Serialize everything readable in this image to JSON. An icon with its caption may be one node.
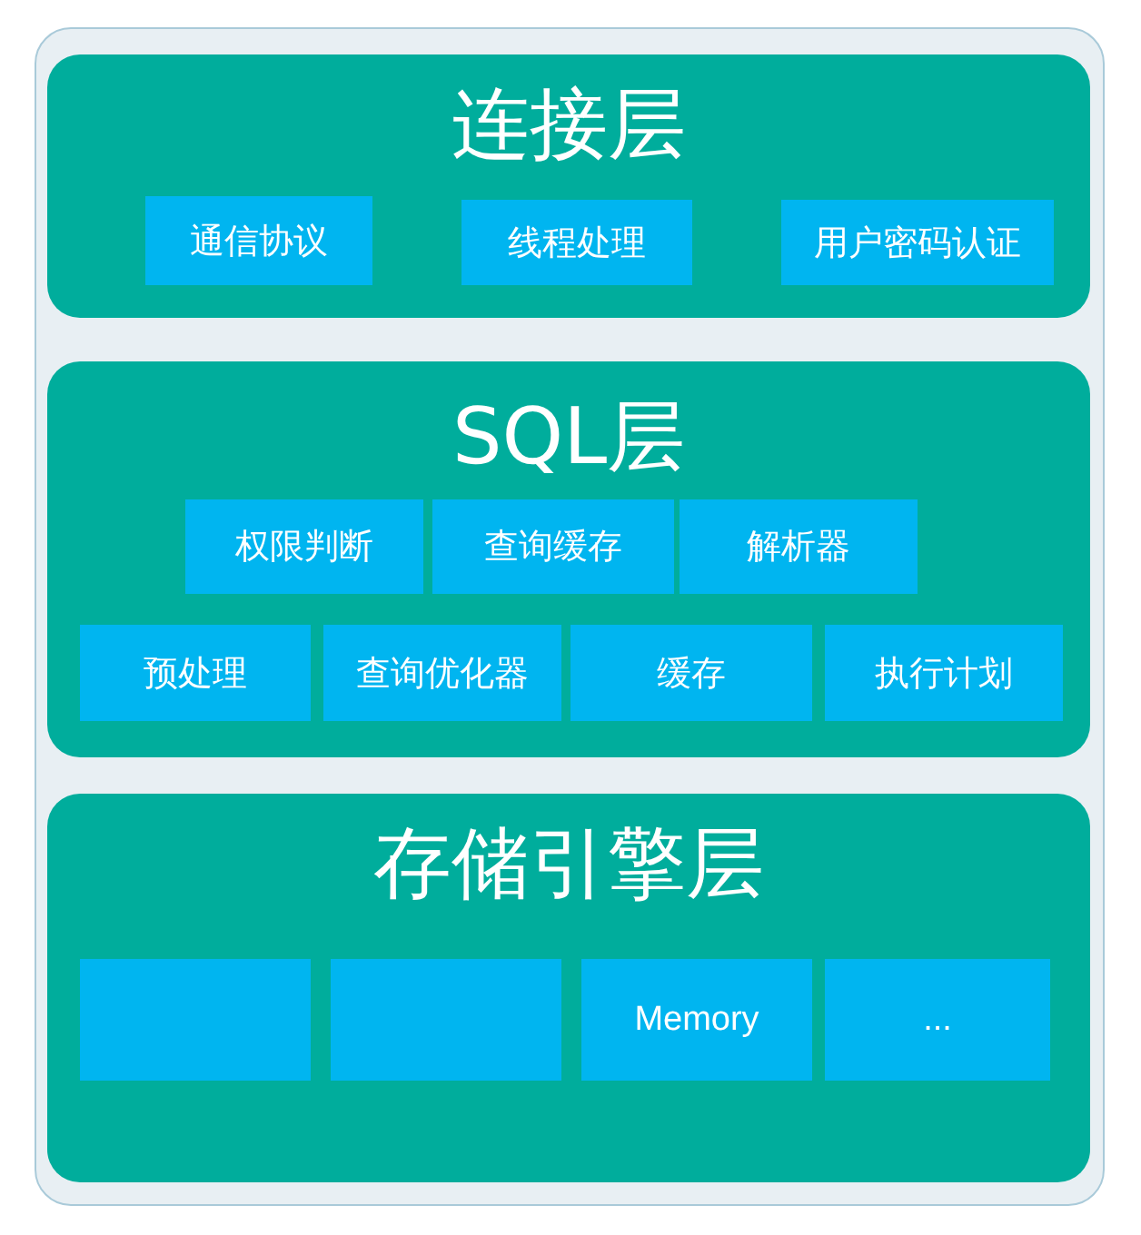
{
  "diagram": {
    "nodes": [
      {
        "text": [
          "连接层"
        ]
      },
      {
        "text": [
          "通信协议"
        ],
        "in": 0
      },
      {
        "text": [
          "线程处理"
        ],
        "in": 0
      },
      {
        "text": [
          "用户密码认证"
        ],
        "in": 0
      },
      {
        "text": [
          "SQL层"
        ]
      },
      {
        "text": [
          "权限判断"
        ],
        "in": 4
      },
      {
        "text": [
          "查询缓存"
        ],
        "in": 4
      },
      {
        "text": [
          "解析器"
        ],
        "in": 4
      },
      {
        "text": [
          "预处理"
        ],
        "in": 4
      },
      {
        "text": [
          "查询优化器"
        ],
        "in": 4
      },
      {
        "text": [
          "缓存"
        ],
        "in": 4
      },
      {
        "text": [
          "执行计划"
        ],
        "in": 4
      },
      {
        "text": [
          "存储引擎层"
        ]
      },
      {
        "text": [],
        "shape": "box",
        "in": 12
      },
      {
        "text": [],
        "shape": "box",
        "in": 12
      },
      {
        "text": [
          "Memory"
        ],
        "in": 12
      },
      {
        "text": [
          "..."
        ],
        "in": 12
      }
    ]
  }
}
